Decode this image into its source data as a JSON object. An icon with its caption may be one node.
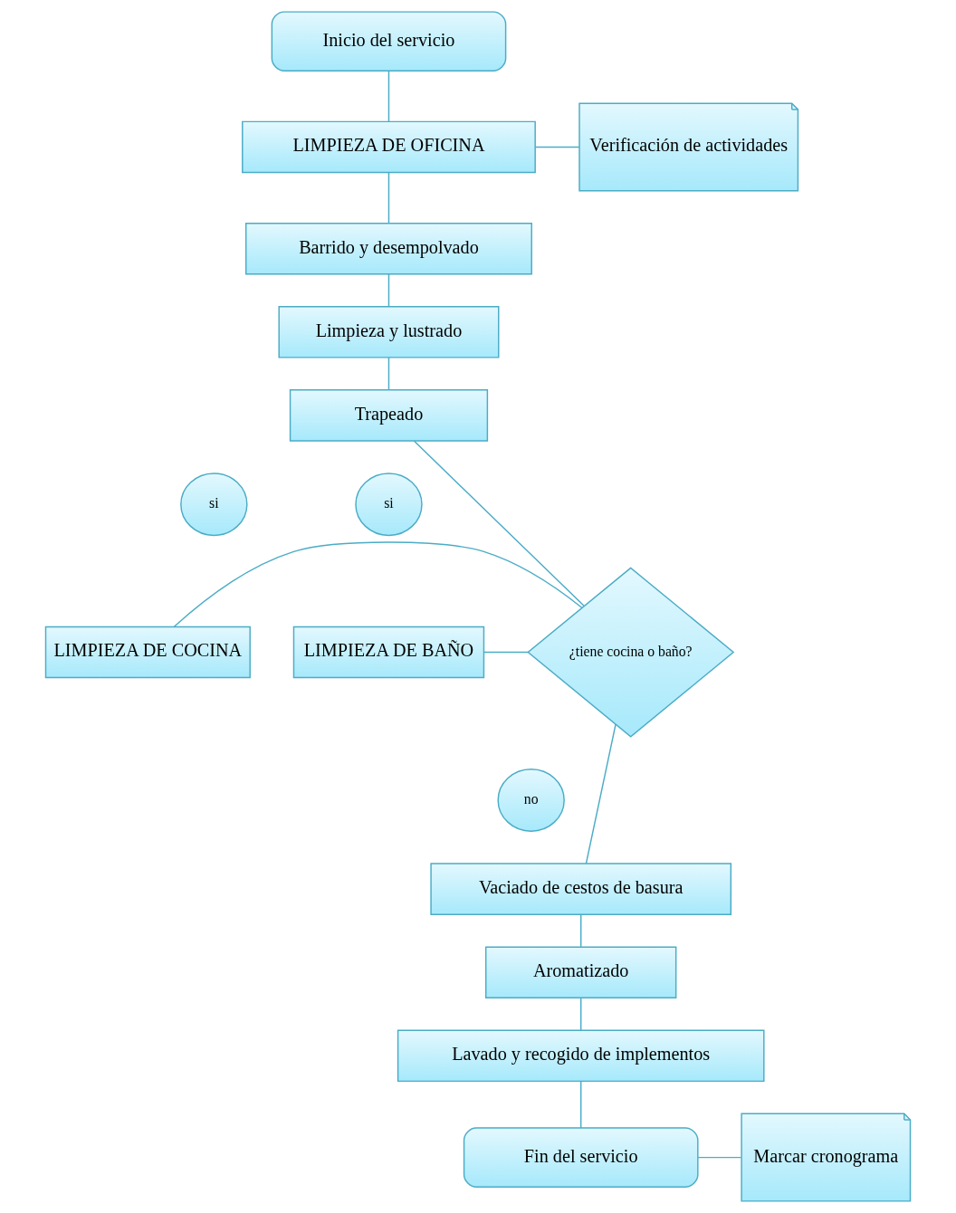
{
  "diagram": {
    "nodes": [
      {
        "text": [
          "Inicio del servicio"
        ]
      },
      {
        "text": [
          "Verificación de actividades"
        ]
      },
      {
        "text": [
          "LIMPIEZA DE OFICINA"
        ]
      },
      {
        "text": [
          "Barrido y desempolvado"
        ]
      },
      {
        "text": [
          "Limpieza y lustrado"
        ]
      },
      {
        "text": [
          "Trapeado"
        ]
      },
      {
        "text": [
          "si"
        ]
      },
      {
        "text": [
          "si"
        ]
      },
      {
        "text": [
          "¿tiene cocina o baño?"
        ]
      },
      {
        "text": [
          "LIMPIEZA DE COCINA"
        ]
      },
      {
        "text": [
          "LIMPIEZA DE BAÑO"
        ]
      },
      {
        "text": [
          "no"
        ]
      },
      {
        "text": [
          "Vaciado de cestos de basura"
        ]
      },
      {
        "text": [
          "Aromatizado"
        ]
      },
      {
        "text": [
          "Lavado y recogido de implementos"
        ]
      },
      {
        "text": [
          "Marcar cronograma"
        ]
      },
      {
        "text": [
          "Fin del servicio"
        ]
      }
    ],
    "edges": [
      {
        "from": 0,
        "to": 2,
        "arrow": "none"
      },
      {
        "from": 1,
        "to": 2,
        "arrow": "none"
      },
      {
        "from": 2,
        "to": 3,
        "arrow": "none"
      },
      {
        "from": 3,
        "to": 4,
        "arrow": "none"
      },
      {
        "from": 4,
        "to": 5,
        "arrow": "none"
      },
      {
        "from": 5,
        "to": 8,
        "arrow": "none"
      },
      {
        "from": 8,
        "to": 9,
        "arrow": "none"
      },
      {
        "from": 8,
        "to": 10,
        "arrow": "none"
      },
      {
        "from": 8,
        "to": 12,
        "arrow": "none"
      },
      {
        "from": 12,
        "to": 13,
        "arrow": "none"
      },
      {
        "from": 13,
        "to": 14,
        "arrow": "none"
      },
      {
        "from": 14,
        "to": 16,
        "arrow": "none"
      },
      {
        "from": 15,
        "to": 16,
        "arrow": "none"
      }
    ]
  }
}
